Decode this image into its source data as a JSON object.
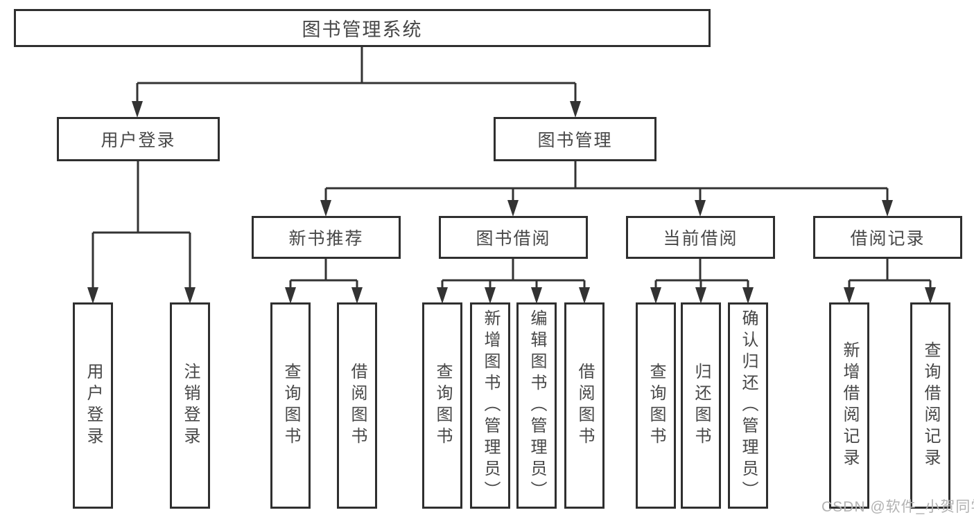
{
  "diagram": {
    "root": "图书管理系统",
    "level2": [
      "用户登录",
      "图书管理"
    ],
    "level3": [
      "新书推荐",
      "图书借阅",
      "当前借阅",
      "借阅记录"
    ],
    "leaves": {
      "login": [
        "用户登录",
        "注销登录"
      ],
      "newbook": [
        "查询图书",
        "借阅图书"
      ],
      "borrow": [
        "查询图书",
        "新增图书（管理员）",
        "编辑图书（管理员）",
        "借阅图书"
      ],
      "current": [
        "查询图书",
        "归还图书",
        "确认归还（管理员）"
      ],
      "records": [
        "新增借阅记录",
        "查询借阅记录"
      ]
    }
  },
  "watermark": {
    "text": "CSDN @软件_小贺同学"
  },
  "colors": {
    "line": "#333333",
    "border": "#2f2f2f",
    "text": "#474747",
    "background": "#ffffff",
    "watermark": "#b2b2b2"
  }
}
